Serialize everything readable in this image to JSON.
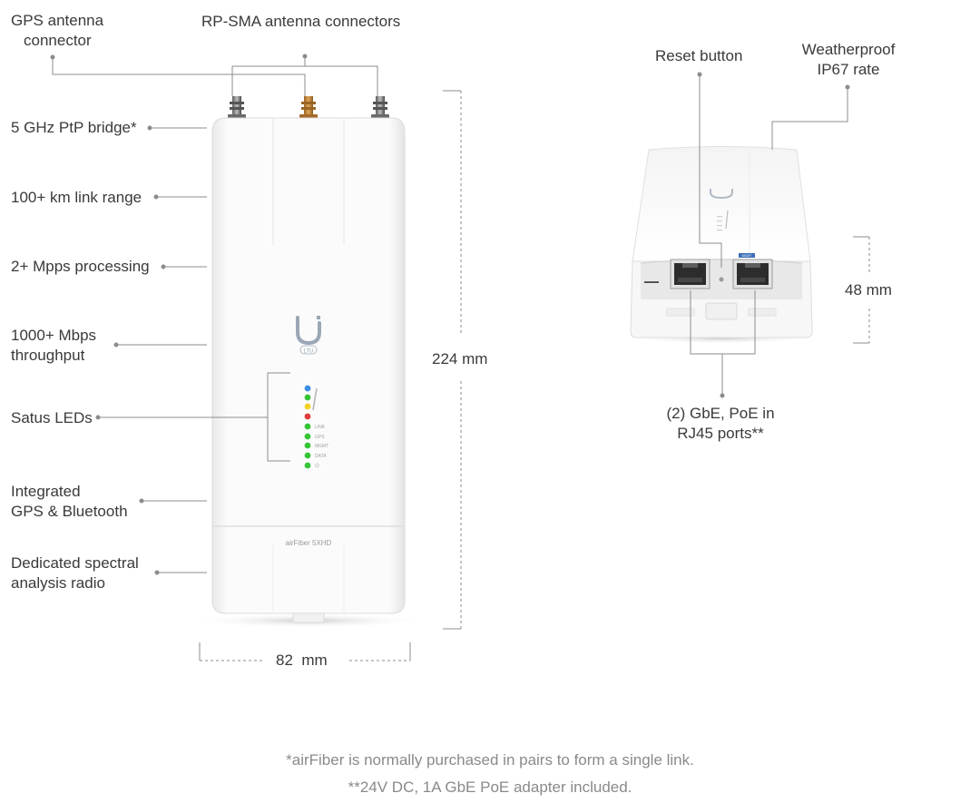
{
  "callouts": {
    "gps_connector": [
      "GPS antenna",
      "connector"
    ],
    "rpsma_connectors": "RP-SMA antenna connectors",
    "ptp_bridge": "5 GHz PtP bridge*",
    "link_range": "100+ km link range",
    "processing": "2+ Mpps processing",
    "throughput": [
      "1000+ Mbps",
      "throughput"
    ],
    "status_leds": "Satus LEDs",
    "gps_bluetooth": [
      "Integrated",
      "GPS & Bluetooth"
    ],
    "spectral_radio": [
      "Dedicated spectral",
      "analysis radio"
    ],
    "reset_button": "Reset button",
    "weatherproof": [
      "Weatherproof",
      "IP67 rate"
    ],
    "rj45_ports": [
      "(2) GbE, PoE in",
      "RJ45 ports**"
    ]
  },
  "dimensions": {
    "height": "224 mm",
    "width": "82  mm",
    "depth": "48 mm"
  },
  "device": {
    "model": "airFiber 5XHD",
    "logo_badge": "LTU",
    "led_labels": [
      "LINK",
      "GPS",
      "MGMT",
      "DATA",
      "⏻"
    ],
    "port_label": "MGMT"
  },
  "colors": {
    "led_blue": "#3a8ee6",
    "led_green": "#35c435",
    "led_yellow": "#f2d024",
    "led_red": "#e23b3b",
    "connector_copper": "#c98a3a"
  },
  "footnotes": {
    "note1": "*airFiber is normally purchased in pairs to form a single link.",
    "note2": "**24V DC, 1A GbE PoE adapter included."
  }
}
